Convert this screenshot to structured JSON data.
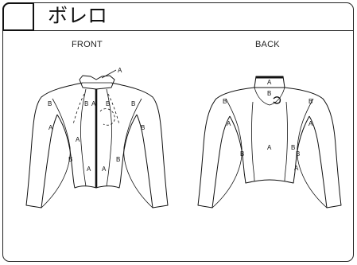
{
  "header": {
    "title": "ボレロ"
  },
  "views": {
    "front": {
      "label": "FRONT",
      "callout": "A",
      "panels": [
        "B",
        "B",
        "A",
        "B",
        "A",
        "B",
        "A",
        "B",
        "A",
        "B",
        "A",
        "B"
      ]
    },
    "back": {
      "label": "BACK",
      "panels": [
        "A",
        "B",
        "B",
        "B",
        "A",
        "B",
        "A",
        "B",
        "A",
        "B",
        "A"
      ]
    }
  },
  "colors": {
    "line": "#111111",
    "background": "#ffffff"
  }
}
